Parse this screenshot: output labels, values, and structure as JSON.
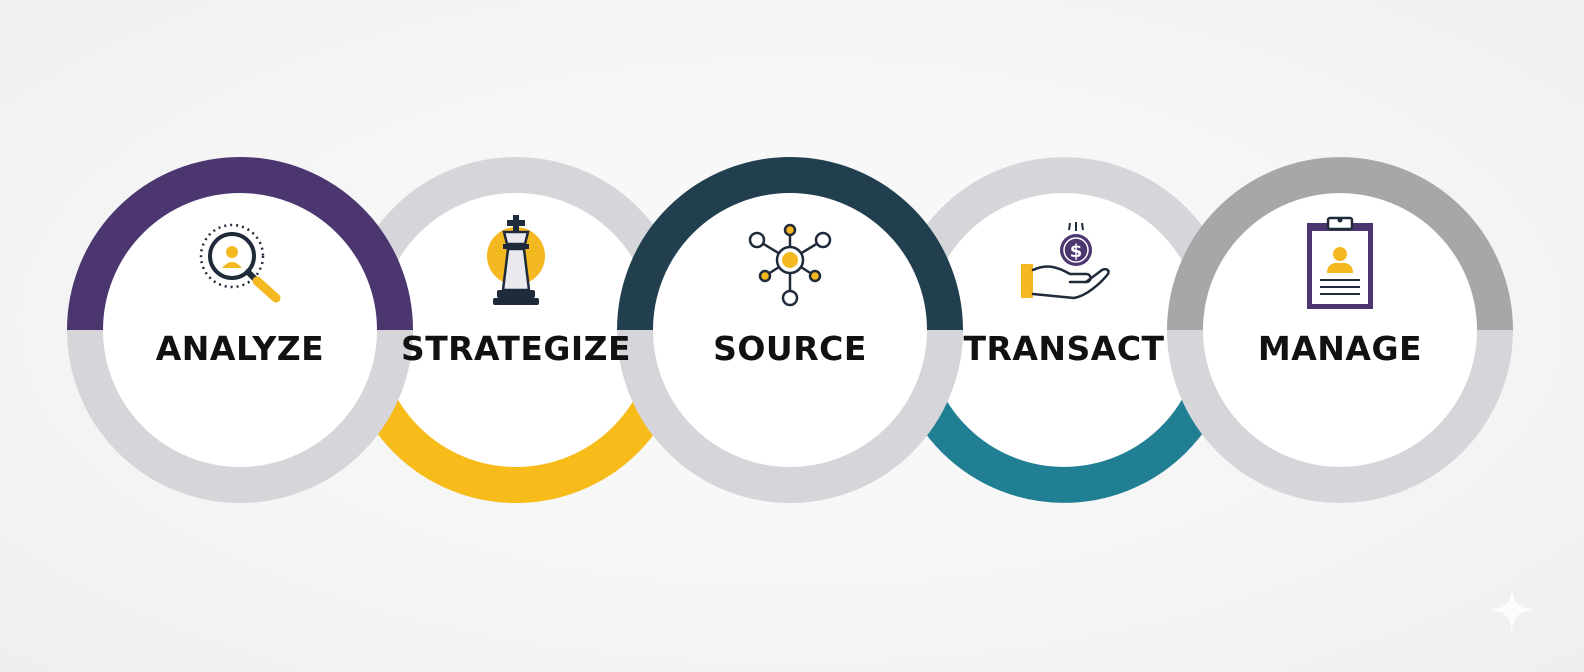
{
  "steps": [
    {
      "label": "ANALYZE",
      "icon": "magnifier-person-icon"
    },
    {
      "label": "STRATEGIZE",
      "icon": "chess-king-icon"
    },
    {
      "label": "SOURCE",
      "icon": "network-hub-icon"
    },
    {
      "label": "TRANSACT",
      "icon": "hand-dollar-coin-icon"
    },
    {
      "label": "MANAGE",
      "icon": "clipboard-profile-icon"
    }
  ],
  "colors": {
    "purple": "#4b3670",
    "yellow": "#f7bb1a",
    "dark_teal": "#213f4f",
    "teal": "#207f93",
    "gray": "#a7a7a9",
    "ring_light": "#d6d6da",
    "icon_dark": "#1f2a3a",
    "accent": "#f4b820"
  }
}
